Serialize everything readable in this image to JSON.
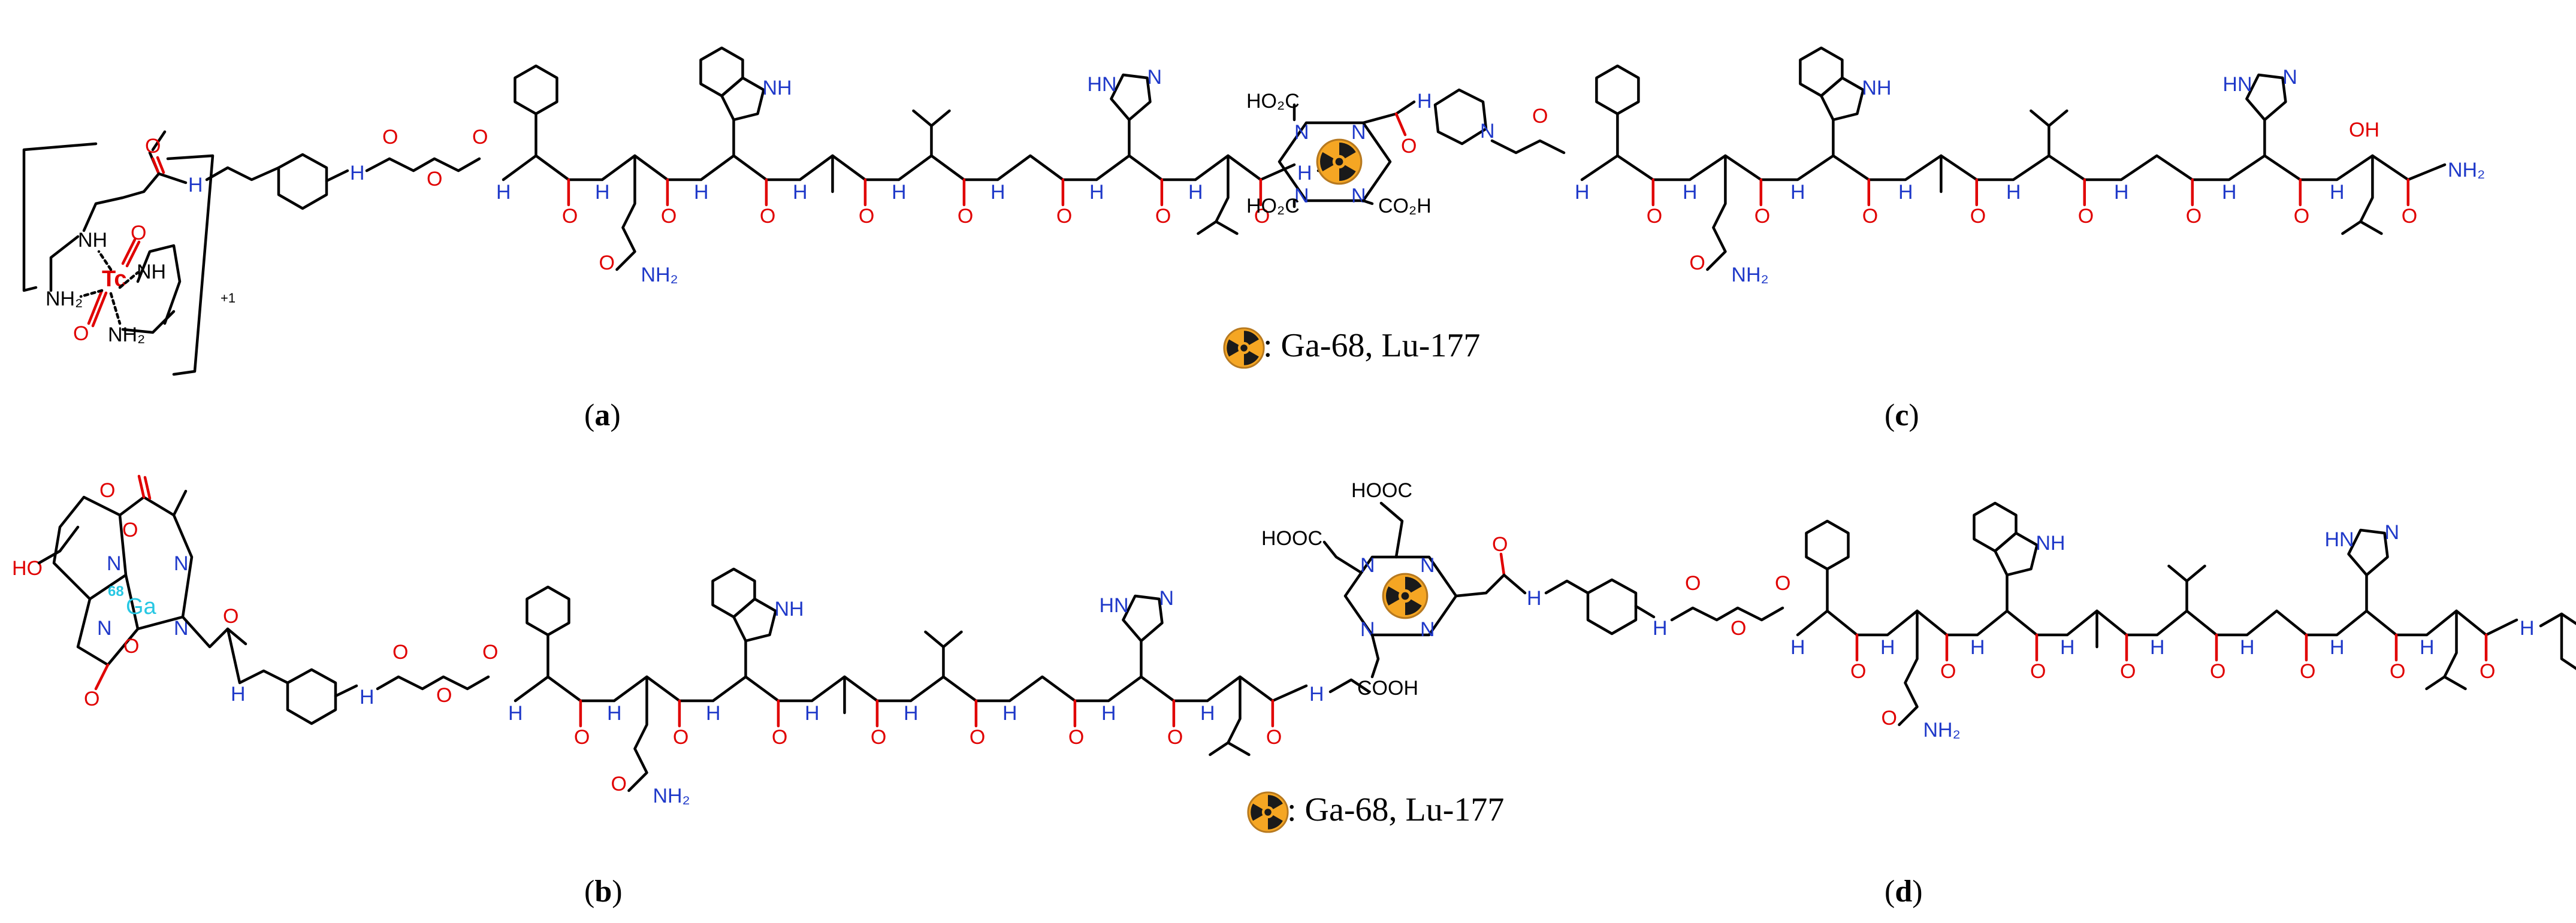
{
  "panels": [
    {
      "id": "a",
      "label": "a",
      "metal": "Tc",
      "charge": "+1",
      "atoms_pre": [
        "NH",
        "NH",
        "NH₂",
        "NH₂",
        "O",
        "O"
      ]
    },
    {
      "id": "b",
      "label": "b",
      "metal": "Ga",
      "isotope": "68",
      "atoms_pre": [
        "HO",
        "O",
        "O",
        "O",
        "N",
        "N",
        "N",
        "N"
      ]
    },
    {
      "id": "c",
      "label": "c",
      "legend_text": ": Ga-68, Lu-177",
      "chelator_groups": [
        "HO₂C",
        "HO₂C",
        "CO₂H"
      ],
      "terminal": "NH₂"
    },
    {
      "id": "d",
      "label": "d",
      "legend_text": ": Ga-68, Lu-177",
      "chelator_groups": [
        "HOOC",
        "HOOC",
        "COOH"
      ]
    }
  ],
  "common_labels": {
    "amide_nh": "H",
    "indole_nh": "NH",
    "imidazole_hn": "HN",
    "imidazole_n": "N",
    "gln_nh2": "NH₂",
    "nh2": "NH₂",
    "oh": "OH",
    "n": "N",
    "o": "O"
  },
  "icons": [
    "radiation-icon"
  ],
  "colors": {
    "nitrogen": "#1f39c9",
    "oxygen": "#e00000",
    "technetium": "#e00000",
    "gallium": "#27c7e3",
    "radiation_fill": "#f5a623",
    "radiation_trefoil": "#1a1a1a"
  }
}
